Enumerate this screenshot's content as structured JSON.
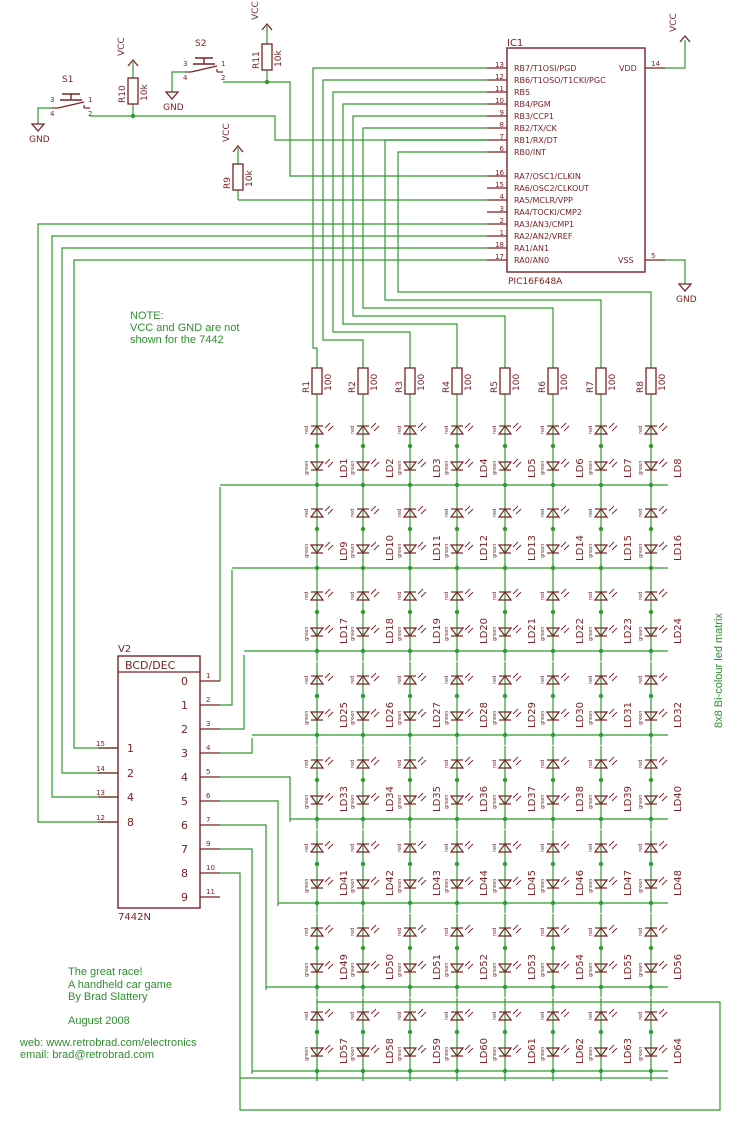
{
  "colors": {
    "wire": "#2f9a2f",
    "part": "#7a2226",
    "note": "#2f8f2f",
    "background": "#ffffff"
  },
  "ic1": {
    "name": "IC1",
    "part": "PIC16F648A",
    "left_pins": [
      {
        "num": "13",
        "label": "RB7/T1OSI/PGD"
      },
      {
        "num": "12",
        "label": "RB6/T1OSO/T1CKI/PGC"
      },
      {
        "num": "11",
        "label": "RB5"
      },
      {
        "num": "10",
        "label": "RB4/PGM"
      },
      {
        "num": "9",
        "label": "RB3/CCP1"
      },
      {
        "num": "8",
        "label": "RB2/TX/CK"
      },
      {
        "num": "7",
        "label": "RB1/RX/DT"
      },
      {
        "num": "6",
        "label": "RB0/INT"
      },
      {
        "num": "16",
        "label": "RA7/OSC1/CLKIN"
      },
      {
        "num": "15",
        "label": "RA6/OSC2/CLKOUT"
      },
      {
        "num": "4",
        "label": "RA5/MCLR/VPP"
      },
      {
        "num": "3",
        "label": "RA4/TOCKI/CMP2"
      },
      {
        "num": "2",
        "label": "RA3/AN3/CMP1"
      },
      {
        "num": "1",
        "label": "RA2/AN2/VREF"
      },
      {
        "num": "18",
        "label": "RA1/AN1"
      },
      {
        "num": "17",
        "label": "RA0/AN0"
      }
    ],
    "vdd": {
      "num": "14",
      "label": "VDD"
    },
    "vss": {
      "num": "5",
      "label": "VSS"
    }
  },
  "power": {
    "vcc": "VCC",
    "gnd": "GND"
  },
  "switches": [
    {
      "name": "S1",
      "pins": [
        "3",
        "4",
        "1",
        "2"
      ]
    },
    {
      "name": "S2",
      "pins": [
        "3",
        "4",
        "1",
        "2"
      ]
    }
  ],
  "pullups": [
    {
      "name": "R10",
      "value": "10k"
    },
    {
      "name": "R11",
      "value": "10k"
    },
    {
      "name": "R9",
      "value": "10k"
    }
  ],
  "row_resistors": [
    {
      "name": "R1",
      "value": "100"
    },
    {
      "name": "R2",
      "value": "100"
    },
    {
      "name": "R3",
      "value": "100"
    },
    {
      "name": "R4",
      "value": "100"
    },
    {
      "name": "R5",
      "value": "100"
    },
    {
      "name": "R6",
      "value": "100"
    },
    {
      "name": "R7",
      "value": "100"
    },
    {
      "name": "R8",
      "value": "100"
    }
  ],
  "leds": {
    "prefix": "LD",
    "red_label": "red",
    "green_label": "green",
    "count": 64
  },
  "decoder": {
    "name": "V2",
    "part": "7442N",
    "title": "BCD/DEC",
    "inputs": [
      {
        "num": "15",
        "label": "1"
      },
      {
        "num": "14",
        "label": "2"
      },
      {
        "num": "13",
        "label": "4"
      },
      {
        "num": "12",
        "label": "8"
      }
    ],
    "outputs": [
      {
        "num": "1",
        "label": "0"
      },
      {
        "num": "2",
        "label": "1"
      },
      {
        "num": "3",
        "label": "2"
      },
      {
        "num": "4",
        "label": "3"
      },
      {
        "num": "5",
        "label": "4"
      },
      {
        "num": "6",
        "label": "5"
      },
      {
        "num": "7",
        "label": "6"
      },
      {
        "num": "9",
        "label": "7"
      },
      {
        "num": "10",
        "label": "8"
      },
      {
        "num": "11",
        "label": "9"
      }
    ]
  },
  "note": {
    "heading": "NOTE:",
    "line1": "VCC and GND are not",
    "line2": "shown for the 7442"
  },
  "matrix_label": "8x8 Bi-colour led matrix",
  "credits": {
    "line1": "The great race!",
    "line2": "A handheld car game",
    "line3": "By Brad Slattery",
    "date": "August 2008",
    "web": "web: www.retrobrad.com/electronics",
    "email": "email: brad@retrobrad.com"
  }
}
